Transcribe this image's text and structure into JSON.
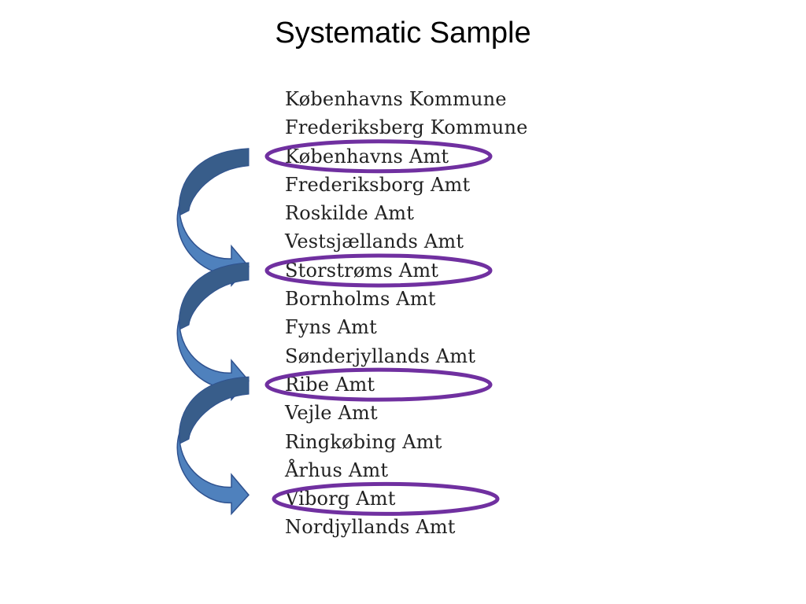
{
  "title": "Systematic Sample",
  "items": [
    "Københavns Kommune",
    "Frederiksberg Kommune",
    "Københavns Amt",
    "Frederiksborg Amt",
    "Roskilde Amt",
    "Vestsjællands Amt",
    "Storstrøms Amt",
    "Bornholms Amt",
    "Fyns Amt",
    "Sønderjyllands Amt",
    "Ribe Amt",
    "Vejle Amt",
    "Ringkøbing Amt",
    "Århus Amt",
    "Viborg Amt",
    "Nordjyllands Amt"
  ],
  "selected_indices": [
    2,
    6,
    10,
    14
  ],
  "colors": {
    "circle": "#7030a0",
    "arrow_fill": "#4f81bd",
    "arrow_dark": "#385d8a",
    "arrow_stroke": "#2f528f"
  }
}
